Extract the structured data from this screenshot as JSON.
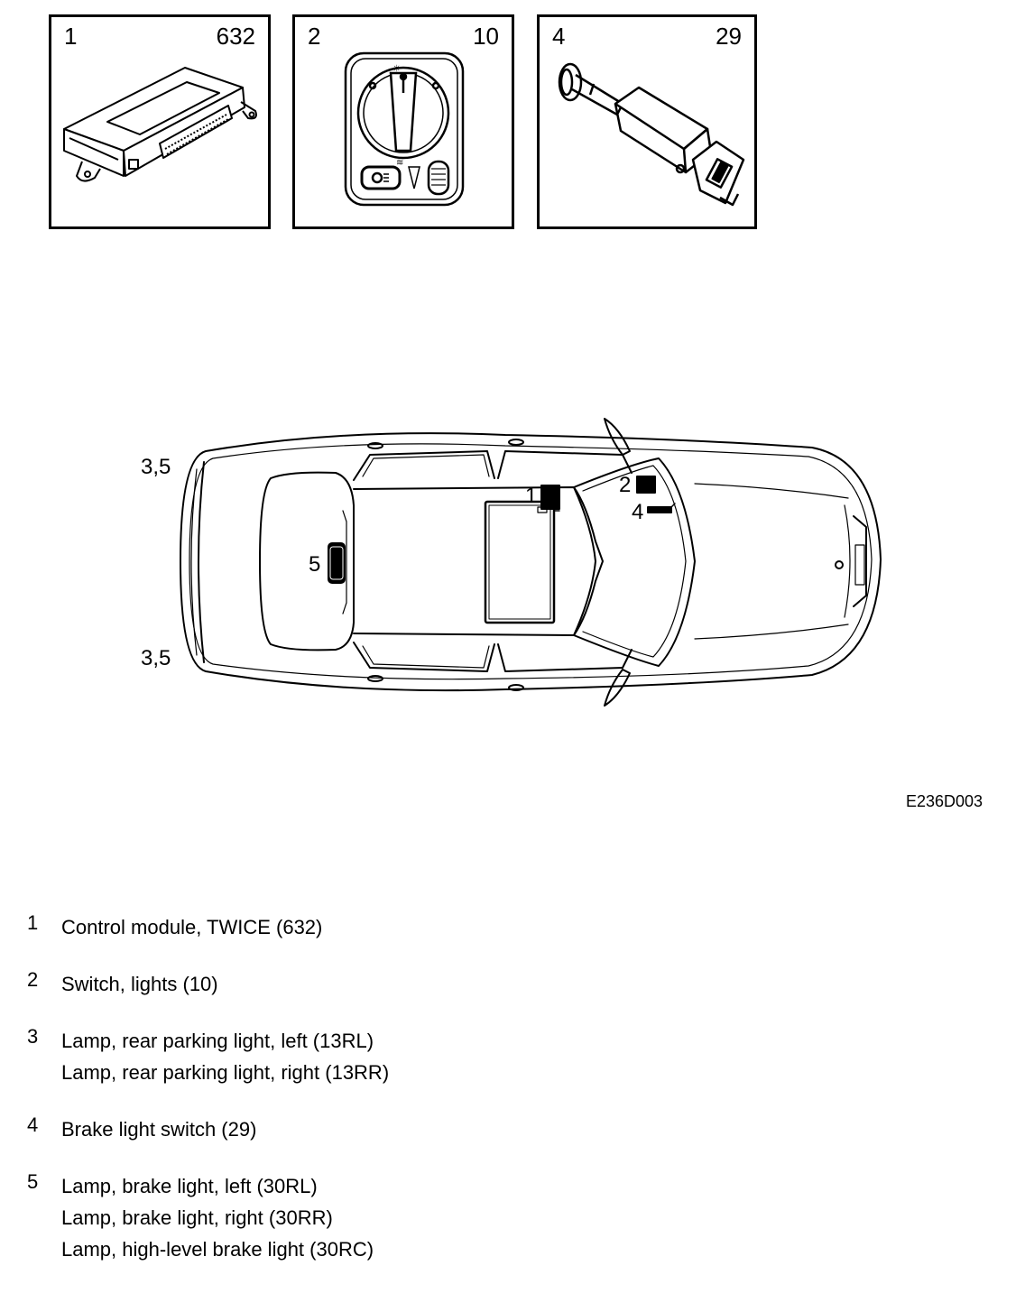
{
  "panels": [
    {
      "number": "1",
      "code": "632"
    },
    {
      "number": "2",
      "code": "10"
    },
    {
      "number": "4",
      "code": "29"
    }
  ],
  "callouts": {
    "rear_top": "3,5",
    "rear_bottom": "3,5",
    "brake_light": "5",
    "module": "1",
    "switch": "2",
    "brake_switch": "4"
  },
  "figure_id": "E236D003",
  "legend": [
    {
      "number": "1",
      "lines": [
        "Control module, TWICE (632)"
      ]
    },
    {
      "number": "2",
      "lines": [
        "Switch, lights (10)"
      ]
    },
    {
      "number": "3",
      "lines": [
        "Lamp, rear parking light, left (13RL)",
        "Lamp, rear parking light, right (13RR)"
      ]
    },
    {
      "number": "4",
      "lines": [
        "Brake light switch (29)"
      ]
    },
    {
      "number": "5",
      "lines": [
        "Lamp, brake light, left (30RL)",
        "Lamp, brake light, right (30RR)",
        "Lamp, high-level brake light (30RC)"
      ]
    }
  ]
}
